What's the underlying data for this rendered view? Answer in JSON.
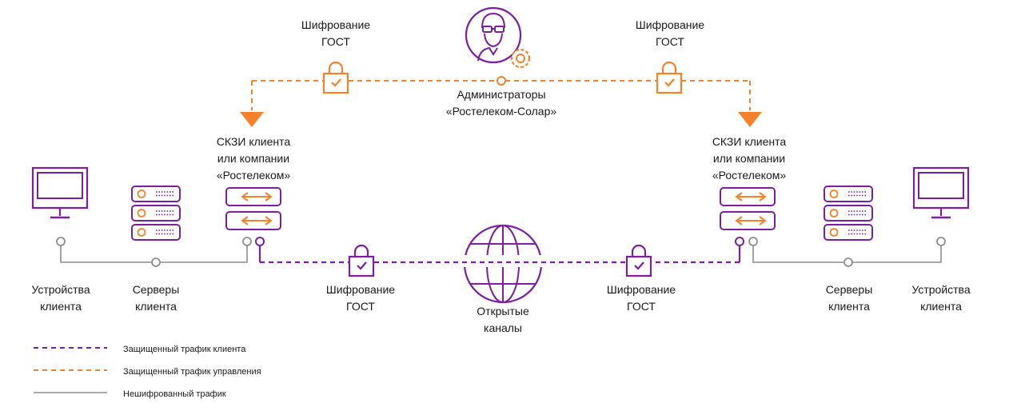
{
  "colors": {
    "purple": "#7b1fa2",
    "orange": "#f5822a",
    "gray": "#8e8e8e"
  },
  "labels": {
    "enc_top_left": [
      "Шифрование",
      "ГОСТ"
    ],
    "enc_top_right": [
      "Шифрование",
      "ГОСТ"
    ],
    "admins": [
      "Администраторы",
      "«Ростелеком-Солар»"
    ],
    "skzi_left": [
      "СКЗИ клиента",
      "или компании",
      "«Ростелеком»"
    ],
    "skzi_right": [
      "СКЗИ клиента",
      "или компании",
      "«Ростелеком»"
    ],
    "devices_left": [
      "Устройства",
      "клиента"
    ],
    "servers_left": [
      "Серверы",
      "клиента"
    ],
    "enc_bottom_left": [
      "Шифрование",
      "ГОСТ"
    ],
    "open_channels": [
      "Открытые",
      "каналы"
    ],
    "enc_bottom_right": [
      "Шифрование",
      "ГОСТ"
    ],
    "servers_right": [
      "Серверы",
      "клиента"
    ],
    "devices_right": [
      "Устройства",
      "клиента"
    ]
  },
  "legend": [
    {
      "text": "Защищенный трафик клиента",
      "style": "purple-dashed"
    },
    {
      "text": "Защищенный трафик управления",
      "style": "orange-dashed"
    },
    {
      "text": "Нешифрованный трафик",
      "style": "gray-solid"
    }
  ],
  "icons": {
    "admin": "admin-with-gear-icon",
    "lock": "lock-icon",
    "monitor": "monitor-icon",
    "server": "server-rack-icon",
    "crypto_gateway": "crypto-gateway-icon",
    "globe": "globe-icon"
  }
}
